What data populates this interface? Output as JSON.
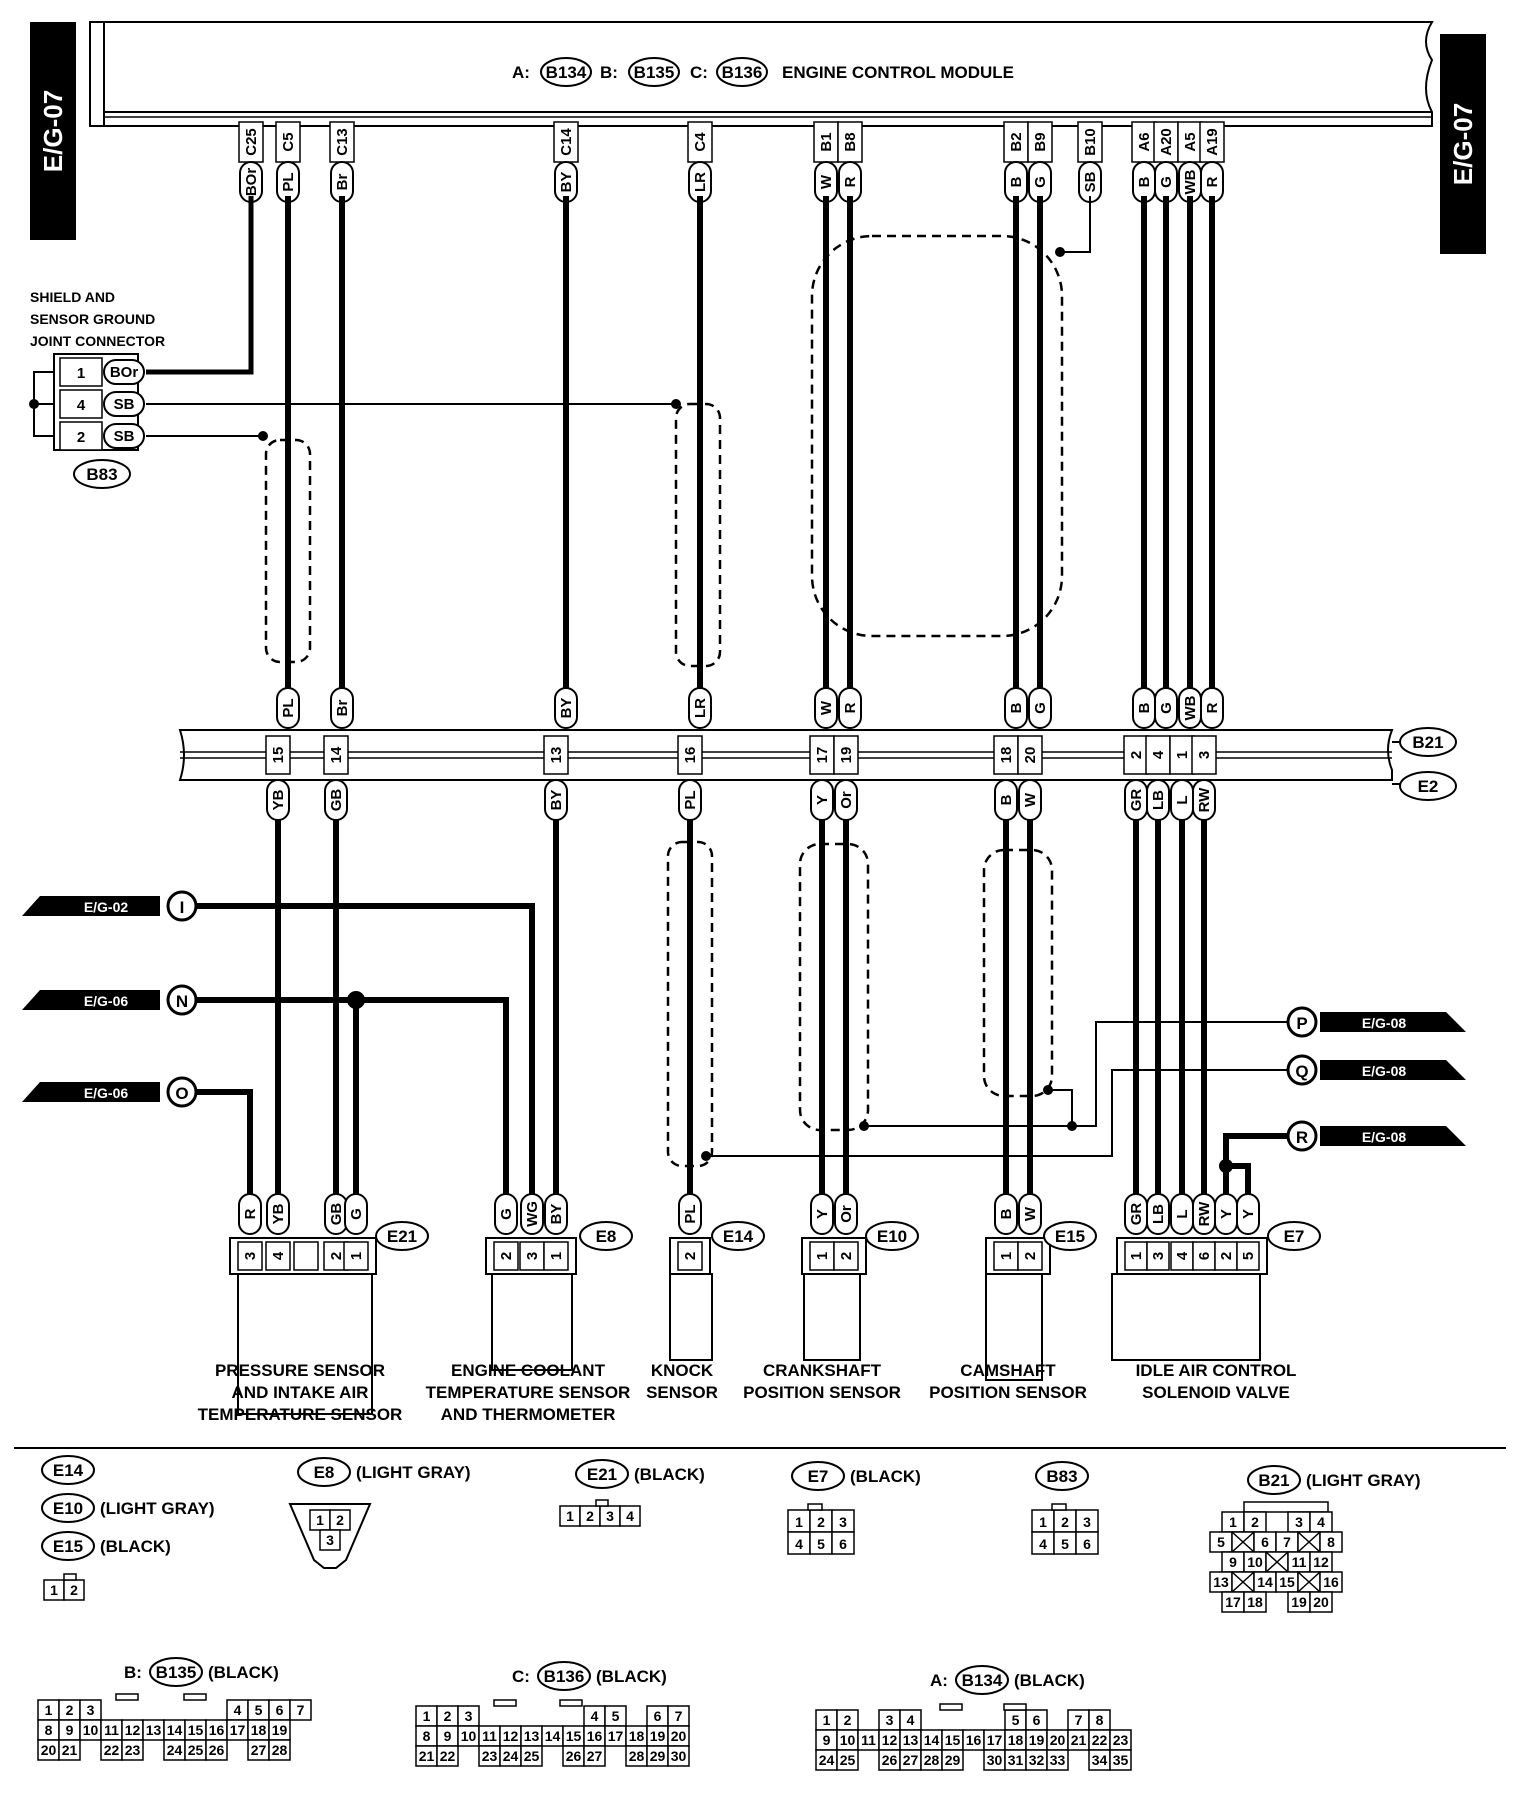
{
  "page_tag": "E/G-07",
  "ecm": {
    "prefix_a": "A:",
    "conn_a": "B134",
    "prefix_b": "B:",
    "conn_b": "B135",
    "prefix_c": "C:",
    "conn_c": "B136",
    "title": "ENGINE CONTROL MODULE"
  },
  "ecm_pins": [
    "C25",
    "C5",
    "C13",
    "C14",
    "C4",
    "B1",
    "B8",
    "B2",
    "B9",
    "B10",
    "A6",
    "A20",
    "A5",
    "A19"
  ],
  "ecm_wires": [
    "BOr",
    "PL",
    "Br",
    "BY",
    "LR",
    "W",
    "R",
    "B",
    "G",
    "SB",
    "B",
    "G",
    "WB",
    "R"
  ],
  "shield_joint": {
    "title_lines": [
      "SHIELD AND",
      "SENSOR GROUND",
      "JOINT CONNECTOR"
    ],
    "pins": [
      "1",
      "4",
      "2"
    ],
    "wires": [
      "BOr",
      "SB",
      "SB"
    ],
    "conn": "B83"
  },
  "b21": {
    "conn_top": "B21",
    "conn_bottom": "E2",
    "upper_wires": [
      "PL",
      "Br",
      "BY",
      "LR",
      "W",
      "R",
      "B",
      "G",
      "B",
      "G",
      "WB",
      "R"
    ],
    "pins": [
      "15",
      "14",
      "13",
      "16",
      "17",
      "19",
      "18",
      "20",
      "2",
      "4",
      "1",
      "3"
    ],
    "lower_wires": [
      "YB",
      "GB",
      "BY",
      "PL",
      "Y",
      "Or",
      "B",
      "W",
      "GR",
      "LB",
      "L",
      "RW"
    ]
  },
  "offpage": [
    {
      "ref": "E/G-02",
      "letter": "I"
    },
    {
      "ref": "E/G-06",
      "letter": "N"
    },
    {
      "ref": "E/G-06",
      "letter": "O"
    },
    {
      "ref": "E/G-08",
      "letter": "P"
    },
    {
      "ref": "E/G-08",
      "letter": "Q"
    },
    {
      "ref": "E/G-08",
      "letter": "R"
    }
  ],
  "components": [
    {
      "conn": "E21",
      "wires": [
        "R",
        "YB",
        "",
        "GB",
        "G"
      ],
      "pins": [
        "3",
        "4",
        "",
        "2",
        "1"
      ],
      "name_lines": [
        "PRESSURE SENSOR",
        "AND INTAKE AIR",
        "TEMPERATURE SENSOR"
      ]
    },
    {
      "conn": "E8",
      "wires": [
        "G",
        "WG",
        "BY"
      ],
      "pins": [
        "2",
        "3",
        "1"
      ],
      "name_lines": [
        "ENGINE COOLANT",
        "TEMPERATURE SENSOR",
        "AND THERMOMETER"
      ]
    },
    {
      "conn": "E14",
      "wires": [
        "PL"
      ],
      "pins": [
        "2"
      ],
      "name_lines": [
        "KNOCK",
        "SENSOR"
      ]
    },
    {
      "conn": "E10",
      "wires": [
        "Y",
        "Or"
      ],
      "pins": [
        "1",
        "2"
      ],
      "name_lines": [
        "CRANKSHAFT",
        "POSITION SENSOR"
      ]
    },
    {
      "conn": "E15",
      "wires": [
        "B",
        "W"
      ],
      "pins": [
        "1",
        "2"
      ],
      "name_lines": [
        "CAMSHAFT",
        "POSITION SENSOR"
      ]
    },
    {
      "conn": "E7",
      "wires": [
        "GR",
        "LB",
        "L",
        "RW",
        "Y",
        "Y"
      ],
      "pins": [
        "1",
        "3",
        "4",
        "6",
        "2",
        "5"
      ],
      "name_lines": [
        "IDLE AIR CONTROL",
        "SOLENOID VALVE"
      ]
    }
  ],
  "legend": {
    "e14": {
      "conn": "E14"
    },
    "e10": {
      "conn": "E10",
      "color": "(LIGHT GRAY)"
    },
    "e15": {
      "conn": "E15",
      "color": "(BLACK)"
    },
    "e8": {
      "conn": "E8",
      "color": "(LIGHT GRAY)"
    },
    "e21": {
      "conn": "E21",
      "color": "(BLACK)"
    },
    "e7": {
      "conn": "E7",
      "color": "(BLACK)"
    },
    "b83": {
      "conn": "B83"
    },
    "b21": {
      "conn": "B21",
      "color": "(LIGHT GRAY)"
    },
    "b135": {
      "prefix": "B:",
      "conn": "B135",
      "color": "(BLACK)"
    },
    "b136": {
      "prefix": "C:",
      "conn": "B136",
      "color": "(BLACK)"
    },
    "b134": {
      "prefix": "A:",
      "conn": "B134",
      "color": "(BLACK)"
    }
  },
  "pin_grids": {
    "small12": [
      [
        "1",
        "2"
      ]
    ],
    "e8": [
      [
        "1",
        "2"
      ],
      [
        "3"
      ]
    ],
    "e21": [
      [
        "1",
        "2",
        "3",
        "4"
      ]
    ],
    "e7": [
      [
        "1",
        "2",
        "3"
      ],
      [
        "4",
        "5",
        "6"
      ]
    ],
    "b83": [
      [
        "1",
        "2",
        "3"
      ],
      [
        "4",
        "5",
        "6"
      ]
    ],
    "b21": [
      [
        "1",
        "2",
        "",
        "3",
        "4"
      ],
      [
        "5",
        "X",
        "6",
        "7",
        "X",
        "8"
      ],
      [
        "9",
        "10",
        "X",
        "11",
        "12"
      ],
      [
        "13",
        "X",
        "14",
        "15",
        "X",
        "16"
      ],
      [
        "17",
        "18",
        "",
        "19",
        "20"
      ]
    ],
    "b135": [
      [
        "1",
        "2",
        "3",
        "",
        "",
        "",
        "",
        "",
        "",
        "4",
        "5",
        "6",
        "7"
      ],
      [
        "8",
        "9",
        "10",
        "11",
        "12",
        "13",
        "14",
        "15",
        "16",
        "17",
        "18",
        "19"
      ],
      [
        "20",
        "21",
        "",
        "22",
        "23",
        "",
        "24",
        "25",
        "26",
        "",
        "27",
        "28"
      ]
    ],
    "b136": [
      [
        "1",
        "2",
        "3",
        "",
        "",
        "",
        "",
        "",
        "4",
        "5",
        "",
        "6",
        "7"
      ],
      [
        "8",
        "9",
        "10",
        "11",
        "12",
        "13",
        "14",
        "15",
        "16",
        "17",
        "18",
        "19",
        "20"
      ],
      [
        "21",
        "22",
        "",
        "23",
        "24",
        "25",
        "",
        "26",
        "27",
        "",
        "28",
        "29",
        "30"
      ]
    ],
    "b134": [
      [
        "1",
        "2",
        "",
        "3",
        "4",
        "",
        "",
        "",
        "",
        "5",
        "6",
        "",
        "7",
        "8"
      ],
      [
        "9",
        "10",
        "11",
        "12",
        "13",
        "14",
        "15",
        "16",
        "17",
        "18",
        "19",
        "20",
        "21",
        "22",
        "23"
      ],
      [
        "24",
        "25",
        "",
        "26",
        "27",
        "28",
        "29",
        "",
        "30",
        "31",
        "32",
        "33",
        "",
        "34",
        "35"
      ]
    ]
  }
}
